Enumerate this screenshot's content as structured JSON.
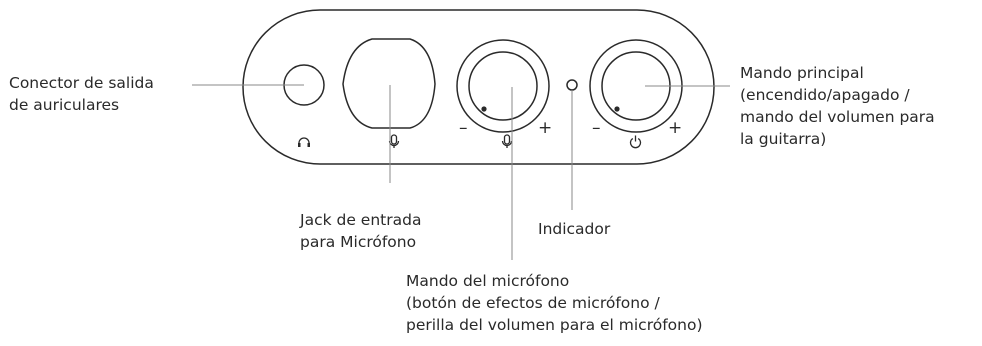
{
  "labels": {
    "headphone_out": [
      "Conector de salida",
      "de auriculares"
    ],
    "mic_input": [
      "Jack de entrada",
      "para Micrófono"
    ],
    "indicator": [
      "Indicador"
    ],
    "mic_knob": [
      "Mando del micrófono",
      "(botón de efectos de micrófono /",
      "perilla del volumen para el micrófono)"
    ],
    "main_knob": [
      "Mando principal",
      "(encendido/apagado /",
      "mando del volumen para",
      "la guitarra)"
    ]
  },
  "knob_signs": {
    "mic_minus": "–",
    "mic_plus": "+",
    "main_minus": "–",
    "main_plus": "+"
  },
  "icons": [
    "headphones-icon",
    "microphone-icon",
    "power-icon"
  ],
  "colors": {
    "line": "#2a2a2a",
    "leader": "#8a8a8a",
    "background": "#ffffff"
  }
}
